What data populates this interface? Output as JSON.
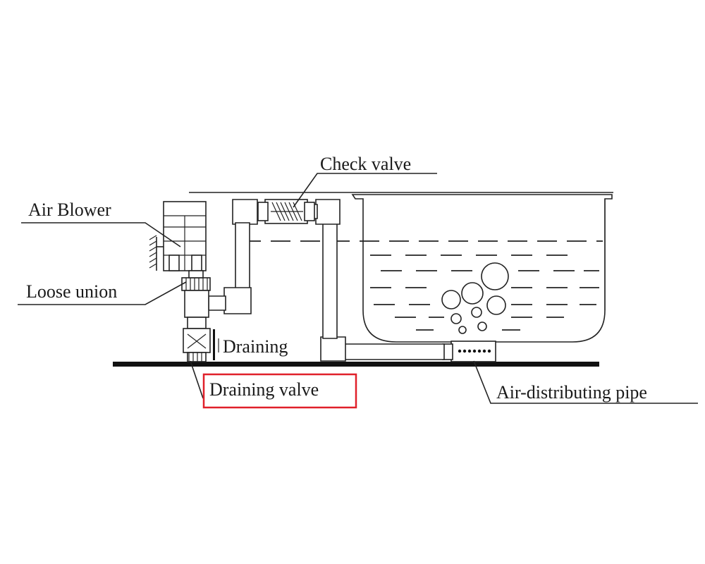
{
  "labels": {
    "check_valve": "Check valve",
    "air_blower": "Air Blower",
    "loose_union": "Loose union",
    "draining": "Draining",
    "draining_valve": "Draining valve",
    "air_distributing_pipe": "Air-distributing pipe"
  },
  "colors": {
    "line": "#222222",
    "highlight_box": "#e0202a",
    "background": "#ffffff"
  }
}
